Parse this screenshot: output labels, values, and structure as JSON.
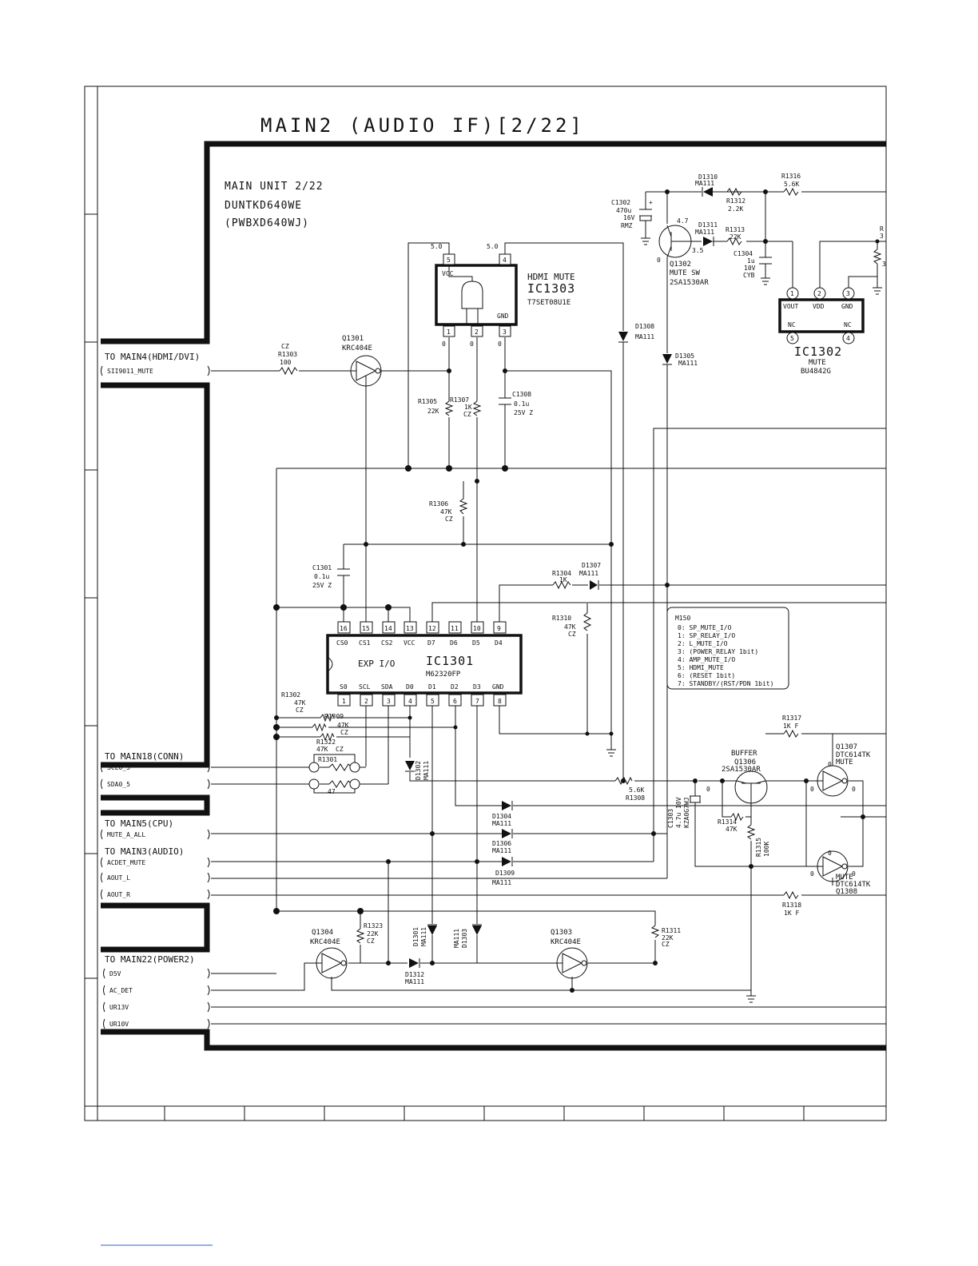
{
  "title": "MAIN2 (AUDIO IF)[2/22]",
  "unit": {
    "line1": "MAIN UNIT 2/22",
    "line2": "DUNTKD640WE",
    "line3": "(PWBXD640WJ)"
  },
  "connectors": {
    "main4": {
      "header": "TO MAIN4(HDMI/DVI)",
      "signals": [
        "SII9011_MUTE"
      ]
    },
    "main18": {
      "header": "TO MAIN18(CONN)",
      "signals": [
        "SCL0_5",
        "SDA0_5"
      ]
    },
    "main5": {
      "header": "TO MAIN5(CPU)",
      "signals": [
        "MUTE_A_ALL"
      ]
    },
    "main3": {
      "header": "TO MAIN3(AUDIO)",
      "signals": [
        "ACDET_MUTE",
        "AOUT_L",
        "AOUT_R"
      ]
    },
    "main22": {
      "header": "TO MAIN22(POWER2)",
      "signals": [
        "D5V",
        "AC_DET",
        "UR13V",
        "UR10V"
      ]
    }
  },
  "ic1303": {
    "title": "HDMI MUTE",
    "ref": "IC1303",
    "part": "T7SET08U1E",
    "vcc": "VCC",
    "gnd": "GND",
    "pins": [
      "5",
      "4",
      "1",
      "2",
      "3"
    ],
    "v_top_left": "5.0",
    "v_top_right": "5.0",
    "v_pin1": "0",
    "v_pin2": "0",
    "v_pin3": "0"
  },
  "ic1301": {
    "func": "EXP I/O",
    "ref": "IC1301",
    "part": "M62320FP",
    "top_pins": [
      "16",
      "15",
      "14",
      "13",
      "12",
      "11",
      "10",
      "9"
    ],
    "top_names": [
      "CS0",
      "CS1",
      "CS2",
      "VCC",
      "D7",
      "D6",
      "D5",
      "D4"
    ],
    "bottom_pins": [
      "1",
      "2",
      "3",
      "4",
      "5",
      "6",
      "7",
      "8"
    ],
    "bottom_names": [
      "S0",
      "SCL",
      "SDA",
      "D0",
      "D1",
      "D2",
      "D3",
      "GND"
    ]
  },
  "ic1302": {
    "ref": "IC1302",
    "func": "MUTE",
    "part": "BU4842G",
    "names": [
      "VOUT",
      "VDD",
      "GND",
      "NC",
      "NC"
    ],
    "pins": [
      "1",
      "2",
      "3",
      "5",
      "4"
    ]
  },
  "m150": {
    "title": "M150",
    "lines": [
      "0: SP_MUTE_I/O",
      "1: SP_RELAY_I/O",
      "2: L_MUTE_I/O",
      "3: (POWER_RELAY 1bit)",
      "4: AMP_MUTE_I/O",
      "5: HDMI_MUTE",
      "6: (RESET 1bit)",
      "7: STANDBY/(RST/PDN 1bit)"
    ]
  },
  "labels": {
    "q1301": [
      "Q1301",
      "KRC404E"
    ],
    "r1303": [
      "CZ",
      "R1303",
      "100"
    ],
    "r1305": [
      "R1305",
      "22K"
    ],
    "r1307": [
      "R1307",
      "1K",
      "CZ"
    ],
    "c1308": [
      "C1308",
      "0.1u",
      "25V Z"
    ],
    "r1306": [
      "R1306",
      "47K",
      "CZ"
    ],
    "c1301": [
      "C1301",
      "0.1u",
      "25V Z"
    ],
    "r1304": [
      "R1304",
      "1K"
    ],
    "d1307": [
      "D1307",
      "MA111"
    ],
    "r1310": [
      "R1310",
      "47K",
      "CZ"
    ],
    "r1302": [
      "R1302",
      "47K",
      "CZ"
    ],
    "r1309": [
      "R1309",
      "47K",
      "CZ"
    ],
    "r1322": [
      "R1322",
      "47K",
      "CZ"
    ],
    "r1301": [
      "R1301",
      "47"
    ],
    "d1302": [
      "D1302",
      "MA111"
    ],
    "d1304": [
      "D1304",
      "MA111"
    ],
    "d1306": [
      "D1306",
      "MA111"
    ],
    "d1309": [
      "D1309",
      "MA111"
    ],
    "d1301": [
      "D1301",
      "MA111"
    ],
    "d1303": [
      "MA111",
      "D1303"
    ],
    "d1312": [
      "D1312",
      "MA111"
    ],
    "q1304": [
      "Q1304",
      "KRC404E"
    ],
    "r1323": [
      "R1323",
      "22K",
      "CZ"
    ],
    "q1303": [
      "Q1303",
      "KRC404E"
    ],
    "r1311": [
      "R1311",
      "22K",
      "CZ"
    ],
    "r1308": [
      "5.6K",
      "R1308"
    ],
    "c1303": [
      "C1303",
      "4.7u 10V",
      "KZA0G7WJ"
    ],
    "q1306": [
      "BUFFER",
      "Q1306",
      "2SA1530AR"
    ],
    "r1314": [
      "R1314",
      "47K"
    ],
    "r1315": [
      "R1315",
      "100K"
    ],
    "r1317": [
      "R1317",
      "1K F"
    ],
    "r1318": [
      "R1318",
      "1K F"
    ],
    "q1307": [
      "Q1307",
      "DTC614TK",
      "MUTE"
    ],
    "q1308": [
      "MUTE",
      "DTC614TK",
      "Q1308"
    ],
    "d1310": [
      "D1310",
      "MA111"
    ],
    "r1316": [
      "R1316",
      "5.6K"
    ],
    "r1312": [
      "R1312",
      "2.2K"
    ],
    "c1302": [
      "C1302",
      "470u",
      "16V",
      "RMZ"
    ],
    "d1311": [
      "D1311",
      "MA111"
    ],
    "r1313": [
      "R1313",
      "22K"
    ],
    "c1304": [
      "C1304",
      "1u",
      "10V",
      "CYB"
    ],
    "q1302": [
      "Q1302",
      "MUTE SW",
      "2SA1530AR"
    ],
    "d1308": [
      "D1308",
      "MA111"
    ],
    "d1305": [
      "D1305",
      "MA111"
    ],
    "volts": [
      "4.7",
      "0",
      "3.5"
    ],
    "zero": "0",
    "r_edge": [
      "R",
      "3",
      "3"
    ]
  }
}
